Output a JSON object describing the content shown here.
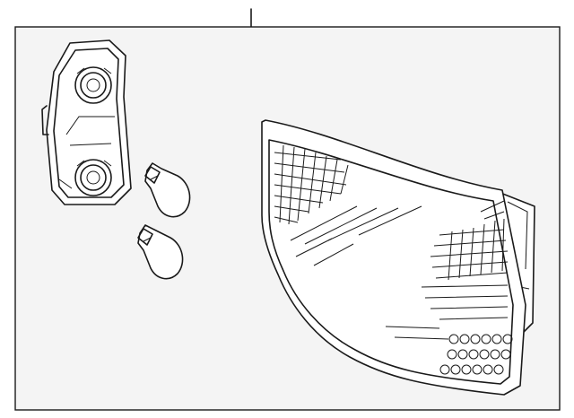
{
  "diagram": {
    "background_color": "#f4f4f4",
    "line_color": "#1a1a1a",
    "parts": [
      {
        "name": "bulb-socket-housing",
        "icon": "socket-housing-icon"
      },
      {
        "name": "bulb-upper",
        "icon": "bulb-icon"
      },
      {
        "name": "bulb-lower",
        "icon": "bulb-icon"
      },
      {
        "name": "tail-lamp-lens",
        "icon": "tail-lamp-icon"
      }
    ]
  }
}
